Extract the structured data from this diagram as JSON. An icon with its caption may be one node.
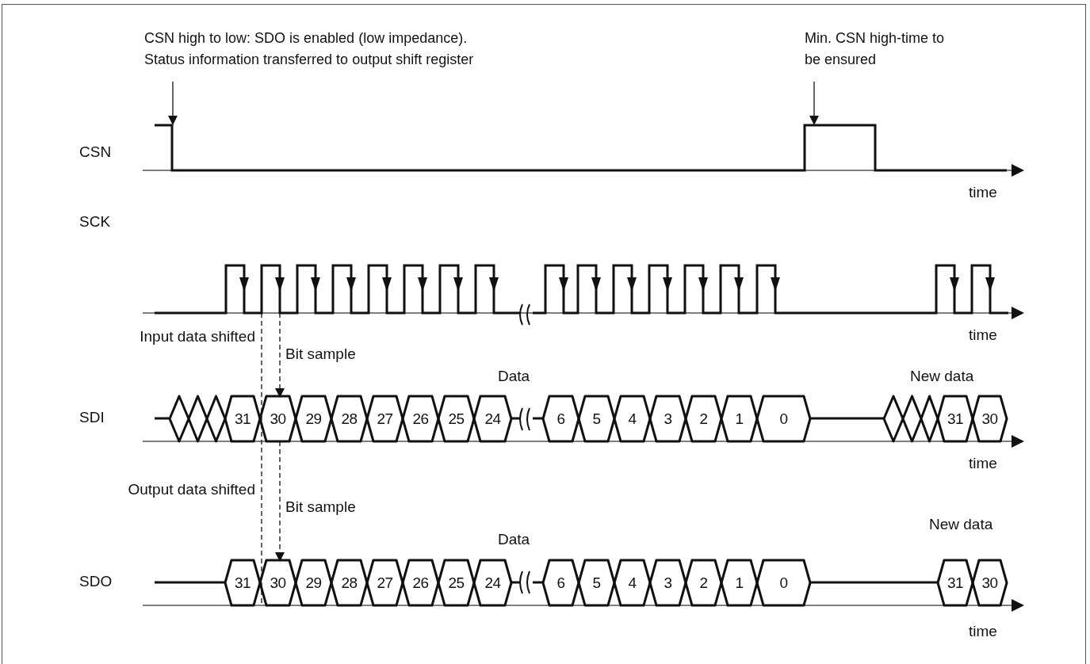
{
  "diagram": {
    "nodes": [
      {
        "text": [
          "CSN high to low: SDO is enabled (low impedance). Status information transferred to output shift register"
        ]
      },
      {
        "text": [
          "Min. CSN high-time to be ensured"
        ]
      },
      {
        "text": [
          "31"
        ]
      },
      {
        "text": [
          "30"
        ]
      },
      {
        "text": [
          "29"
        ]
      },
      {
        "text": [
          "28"
        ]
      },
      {
        "text": [
          "27"
        ]
      },
      {
        "text": [
          "26"
        ]
      },
      {
        "text": [
          "25"
        ]
      },
      {
        "text": [
          "24"
        ]
      },
      {
        "text": [
          "6"
        ]
      },
      {
        "text": [
          "5"
        ]
      },
      {
        "text": [
          "4"
        ]
      },
      {
        "text": [
          "3"
        ]
      },
      {
        "text": [
          "2"
        ]
      },
      {
        "text": [
          "1"
        ]
      },
      {
        "text": [
          "0"
        ]
      },
      {
        "text": [
          "31"
        ]
      },
      {
        "text": [
          "30"
        ]
      },
      {
        "text": [
          "31"
        ]
      },
      {
        "text": [
          "30"
        ]
      },
      {
        "text": [
          "29"
        ]
      },
      {
        "text": [
          "28"
        ]
      },
      {
        "text": [
          "27"
        ]
      },
      {
        "text": [
          "26"
        ]
      },
      {
        "text": [
          "25"
        ]
      },
      {
        "text": [
          "24"
        ]
      },
      {
        "text": [
          "6"
        ]
      },
      {
        "text": [
          "5"
        ]
      },
      {
        "text": [
          "4"
        ]
      },
      {
        "text": [
          "3"
        ]
      },
      {
        "text": [
          "2"
        ]
      },
      {
        "text": [
          "1"
        ]
      },
      {
        "text": [
          "0"
        ]
      },
      {
        "text": [
          "31"
        ]
      },
      {
        "text": [
          "30"
        ]
      },
      {
        "text": [],
        "shape": "waveform"
      },
      {
        "text": [],
        "shape": "waveform"
      }
    ],
    "edges": [
      {
        "from": 0,
        "to": 36,
        "arrow": "to"
      },
      {
        "from": 1,
        "to": 36,
        "arrow": "to"
      },
      {
        "from": 37,
        "to": 3,
        "arrow": "to",
        "style": "dashed"
      },
      {
        "from": 3,
        "to": 20,
        "arrow": "to",
        "style": "dashed"
      },
      {
        "from": 37,
        "to": 20,
        "arrow": "none",
        "style": "dashed"
      }
    ],
    "labels": [
      "CSN",
      "time",
      "SCK",
      "time",
      "Input data shifted",
      "Bit sample",
      "Data",
      "New data",
      "SDI",
      "time",
      "Output data shifted",
      "Bit sample",
      "Data",
      "New data",
      "SDO",
      "time"
    ]
  }
}
